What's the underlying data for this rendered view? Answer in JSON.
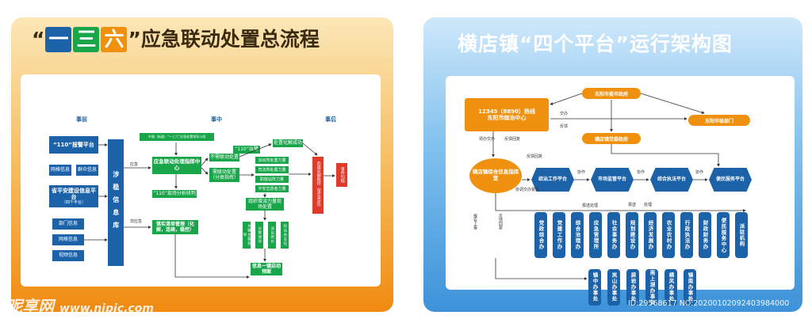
{
  "left": {
    "title_quote_open": "“",
    "title_highlight": [
      "一",
      "三",
      "六"
    ],
    "title_quote_close": "”",
    "title_rest": "应急联动处置总流程",
    "highlight_colors": [
      "#1b62a8",
      "#19a54a",
      "#f0900f"
    ],
    "phases": [
      "事前",
      "事中",
      "事后"
    ],
    "left_boxes": [
      "“110”报警平台",
      "网格信息",
      "群众信息",
      "省平安建设信息平台",
      "（四个平台）",
      "部门信息",
      "网格信息",
      "视频信息"
    ],
    "weiwen_col": "涉稳信息库",
    "label_yingji": "应急",
    "label_feiyingji": "非应急",
    "center_top": "乡镇（街道）“一三六”应急处置领导小组",
    "center_cmd": "应急联动处理指挥中心",
    "center_110": "“110”现场分析研判",
    "center_not_needed": "不需联动处置",
    "center_need": "需联动处置（分类指挥）",
    "center_110_out": "“110”出警",
    "center_result": "处置化解成功",
    "mid_boxes": [
      "派出所处置力量",
      "司法所处置力量",
      "职能站所力量",
      "平安志愿者力量"
    ],
    "mid_review": "组织增派力量现场处置",
    "small_cols": [
      "乡镇主要领导",
      "分管领导",
      "派出所长",
      "综治办主任"
    ],
    "bottom_green": "落实清单管理（化解，连续，稳控）",
    "final_green": "信息一键启动预案",
    "red_col": "后续化解稳控（落实责任）",
    "right_red": "事件归档"
  },
  "right": {
    "title": "横店镇“四个平台”运行架构图",
    "hotline": "12345（8890）热线\n东阳市综治中心",
    "top_orange": "东阳市委市政府",
    "top_right": "东阳市级部门",
    "mid_orange": "横店镇党委政府",
    "center_orange": "横店镇综合信息指挥室",
    "hexes": [
      "综治工作平台",
      "市场监管平台",
      "综合执法平台",
      "便民服务平台"
    ],
    "xiezuo": [
      "协作",
      "协作",
      "协作"
    ],
    "flow_labels": [
      "交办",
      "反馈",
      "领办交办",
      "反馈回复",
      "反馈回复",
      "协调交办督办",
      "报送处理",
      "报送",
      "处理",
      "报告上报",
      "反馈回复"
    ],
    "departments": [
      "党政综合办",
      "党建工作办",
      "综合治理办",
      "应急管理所",
      "社会事务办",
      "规划建设办",
      "经济发展办",
      "农业农村办",
      "行政执法办",
      "财政财务办",
      "便民服务中心",
      "派驻机构"
    ],
    "offices": [
      "镇中办事处",
      "岚山办事处",
      "屏岩办事处",
      "南上湖办事处",
      "横风办事处",
      "镇南办事处"
    ]
  },
  "watermark": {
    "brand": "昵享网",
    "url": "www.nipic.com",
    "id_text": "ID:29568617 NO:20200102092403984000"
  }
}
